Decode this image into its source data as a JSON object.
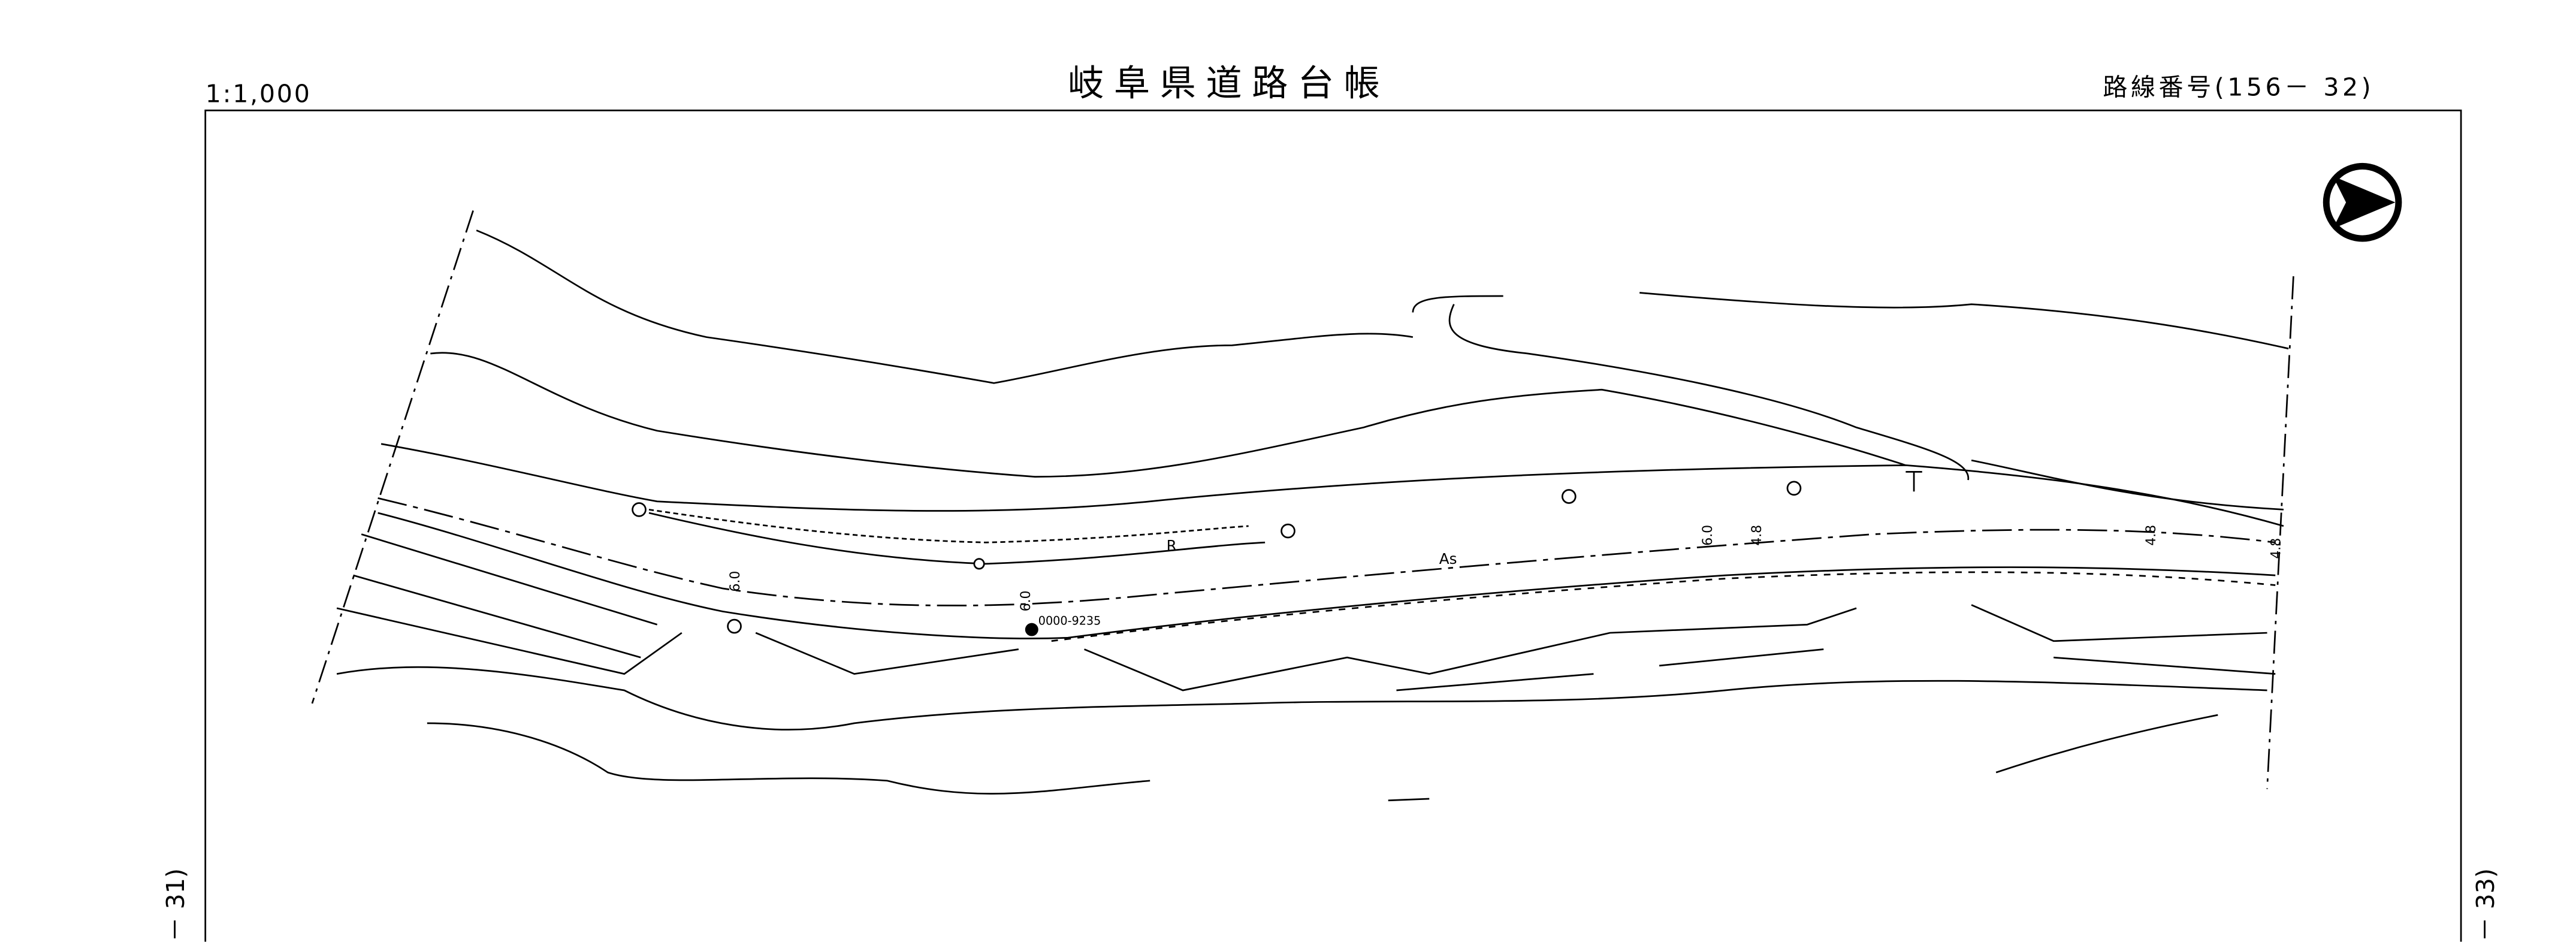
{
  "header": {
    "scale": "1:1,000",
    "title": "岐阜県道路台帳",
    "route_label": "路線番号(156－ 32)"
  },
  "side_labels": {
    "left": "－ 31)",
    "right": "－ 33)"
  },
  "map_labels": {
    "road_surface": "As",
    "retaining": "R",
    "width_a": "6.0",
    "width_b": "6.0",
    "width_c": "6.0",
    "width_d": "4.8",
    "width_e": "4.8",
    "width_f": "4.8",
    "benchmark": "0000-9235"
  },
  "icons": {
    "north": "north-arrow-icon"
  }
}
